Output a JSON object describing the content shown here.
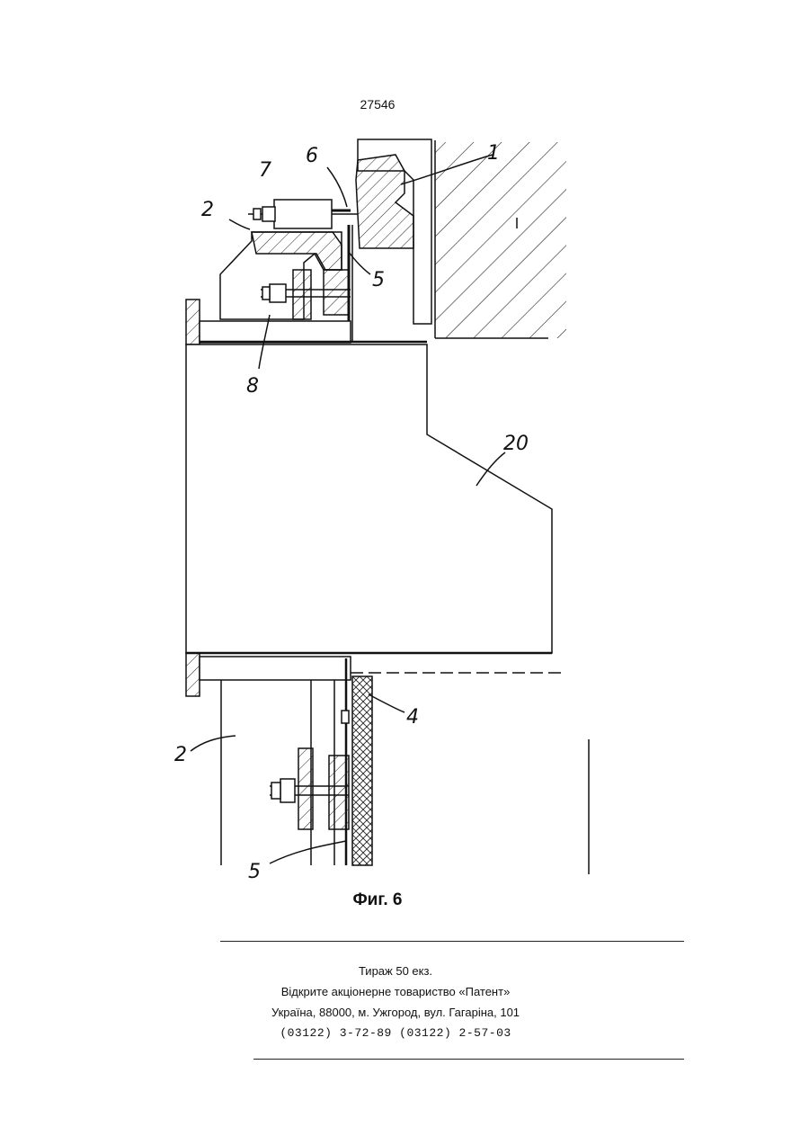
{
  "header": {
    "page_number": "27546"
  },
  "figure": {
    "caption": "Фиг. 6",
    "labels": {
      "l1": "1",
      "l2_top": "2",
      "l2_bottom": "2",
      "l4": "4",
      "l5_top": "5",
      "l5_bottom": "5",
      "l6": "6",
      "l7": "7",
      "l8": "8",
      "l20": "20"
    }
  },
  "colophon": {
    "circulation": "Тираж 50 екз.",
    "publisher": "Відкрите акціонерне товариство «Патент»",
    "address": "Україна, 88000, м. Ужгород, вул. Гагаріна, 101",
    "phones": "(03122) 3-72-89  (03122) 2-57-03"
  }
}
